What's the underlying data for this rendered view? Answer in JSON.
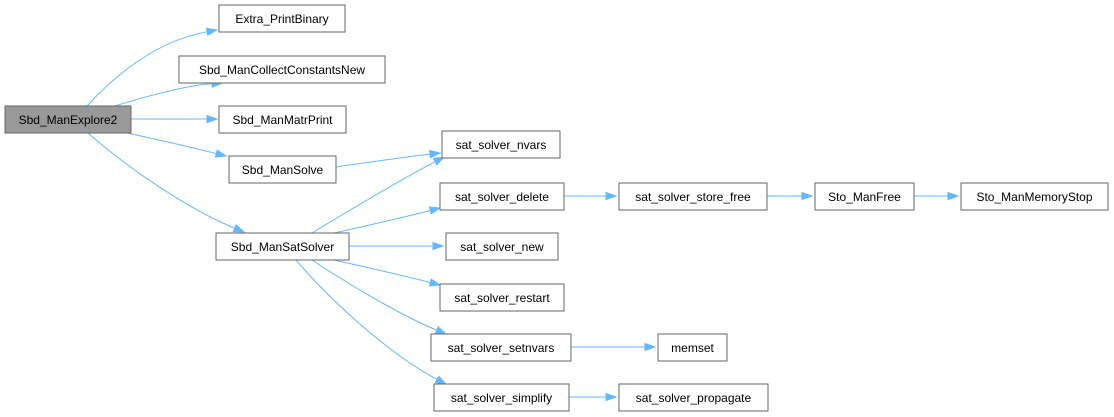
{
  "graph": {
    "nodes": {
      "explore2": "Sbd_ManExplore2",
      "extra_print_binary": "Extra_PrintBinary",
      "collect_constants_new": "Sbd_ManCollectConstantsNew",
      "matr_print": "Sbd_ManMatrPrint",
      "man_solve": "Sbd_ManSolve",
      "man_sat_solver": "Sbd_ManSatSolver",
      "sat_solver_nvars": "sat_solver_nvars",
      "sat_solver_delete": "sat_solver_delete",
      "sat_solver_new": "sat_solver_new",
      "sat_solver_restart": "sat_solver_restart",
      "sat_solver_setnvars": "sat_solver_setnvars",
      "sat_solver_simplify": "sat_solver_simplify",
      "sat_solver_store_free": "sat_solver_store_free",
      "sto_man_free": "Sto_ManFree",
      "sto_man_memory_stop": "Sto_ManMemoryStop",
      "memset": "memset",
      "sat_solver_propagate": "sat_solver_propagate"
    },
    "edges": [
      [
        "explore2",
        "extra_print_binary"
      ],
      [
        "explore2",
        "collect_constants_new"
      ],
      [
        "explore2",
        "matr_print"
      ],
      [
        "explore2",
        "man_solve"
      ],
      [
        "explore2",
        "man_sat_solver"
      ],
      [
        "man_solve",
        "sat_solver_nvars"
      ],
      [
        "man_sat_solver",
        "sat_solver_nvars"
      ],
      [
        "man_sat_solver",
        "sat_solver_delete"
      ],
      [
        "man_sat_solver",
        "sat_solver_new"
      ],
      [
        "man_sat_solver",
        "sat_solver_restart"
      ],
      [
        "man_sat_solver",
        "sat_solver_setnvars"
      ],
      [
        "man_sat_solver",
        "sat_solver_simplify"
      ],
      [
        "sat_solver_delete",
        "sat_solver_store_free"
      ],
      [
        "sat_solver_store_free",
        "sto_man_free"
      ],
      [
        "sto_man_free",
        "sto_man_memory_stop"
      ],
      [
        "sat_solver_setnvars",
        "memset"
      ],
      [
        "sat_solver_simplify",
        "sat_solver_propagate"
      ]
    ],
    "colors": {
      "edge": "#63b8ff",
      "node_border": "#666666",
      "root_fill": "#999999",
      "node_fill": "#ffffff"
    }
  }
}
